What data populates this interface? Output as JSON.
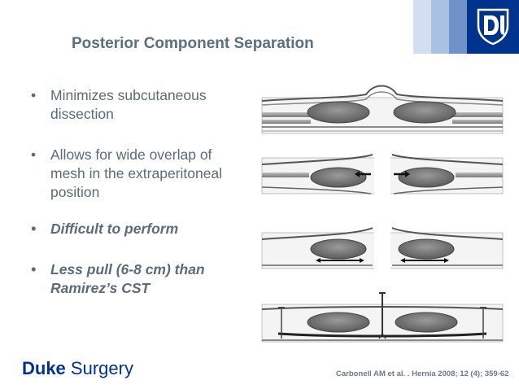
{
  "slide": {
    "title": "Posterior Component Separation",
    "bullets": [
      {
        "text": "Minimizes subcutaneous dissection",
        "emphasis": false
      },
      {
        "text": "Allows for wide overlap of mesh in the extraperitoneal position",
        "emphasis": false
      },
      {
        "text": "Difficult to perform",
        "emphasis": true
      },
      {
        "text": "Less pull (6-8 cm) than Ramirez’s CST",
        "emphasis": true
      }
    ],
    "bullet_symbol": "•",
    "logo": {
      "bold": "Duke",
      "regular": " Surgery"
    },
    "citation": "Carbonell AM et al. . Hernia 2008; 12 (4); 359-62"
  },
  "colors": {
    "title": "#5a6f82",
    "body_text": "#5d6b78",
    "brand_blue": "#00338d"
  }
}
